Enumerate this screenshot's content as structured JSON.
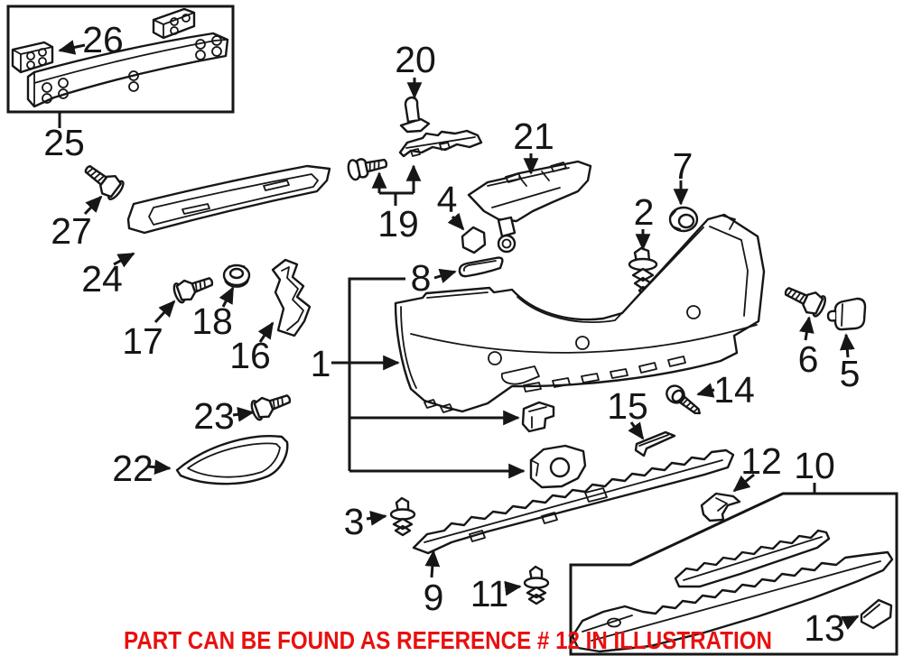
{
  "footer": {
    "text": "PART CAN BE FOUND AS REFERENCE # 12 IN ILLUSTRATION",
    "color": "#e8100f"
  },
  "callouts": {
    "n1": "1",
    "n2": "2",
    "n3": "3",
    "n4": "4",
    "n5": "5",
    "n6": "6",
    "n7": "7",
    "n8": "8",
    "n9": "9",
    "n10": "10",
    "n11": "11",
    "n12": "12",
    "n13": "13",
    "n14": "14",
    "n15": "15",
    "n16": "16",
    "n17": "17",
    "n18": "18",
    "n19": "19",
    "n20": "20",
    "n21": "21",
    "n22": "22",
    "n23": "23",
    "n24": "24",
    "n25": "25",
    "n26": "26",
    "n27": "27"
  }
}
